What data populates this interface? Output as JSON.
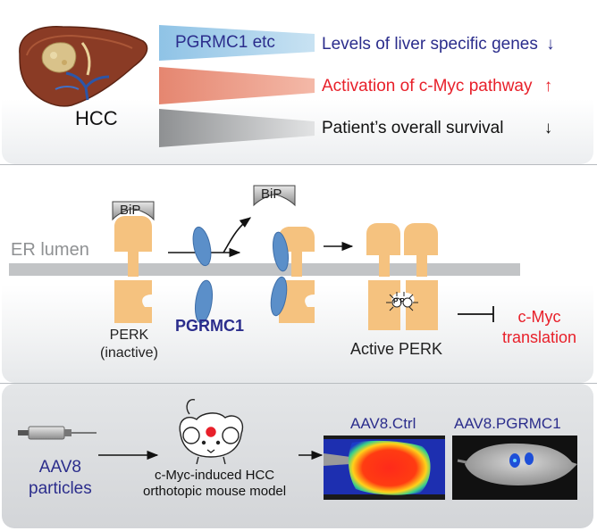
{
  "top": {
    "hcc_label": "HCC",
    "wedges": [
      {
        "label": "PGRMC1 etc",
        "color": "#a9d1ea"
      },
      {
        "label": "",
        "color": "#e8907a"
      },
      {
        "label": "",
        "color": "#a9abad"
      }
    ],
    "trends": [
      {
        "text": "Levels of liver specific genes",
        "arrow": "↓",
        "color": "#2b2d8c"
      },
      {
        "text": "Activation of c-Myc pathway",
        "arrow": "↑",
        "color": "#e8202a"
      },
      {
        "text": "Patient’s overall survival",
        "arrow": "↓",
        "color": "#111111"
      }
    ]
  },
  "middle": {
    "er_lumen": "ER lumen",
    "bip_1": "BiP",
    "bip_2": "BiP",
    "perk_inactive_line1": "PERK",
    "perk_inactive_line2": "(inactive)",
    "pgrmc1": "PGRMC1",
    "phospho": "P P",
    "active_perk": "Active PERK",
    "result_line1": "c-Myc",
    "result_line2": "translation",
    "colors": {
      "perk": "#f5c27f",
      "pgrmc1": "#5b8fc9",
      "membrane": "#c2c4c6",
      "red": "#e8202a",
      "blue": "#2b2d8c"
    }
  },
  "bottom": {
    "aav8_line1": "AAV8",
    "aav8_line2": "particles",
    "model_line1": "c-Myc-induced HCC",
    "model_line2": "orthotopic mouse model",
    "ctrl_label": "AAV8.Ctrl",
    "pgrmc1_label": "AAV8.PGRMC1"
  }
}
